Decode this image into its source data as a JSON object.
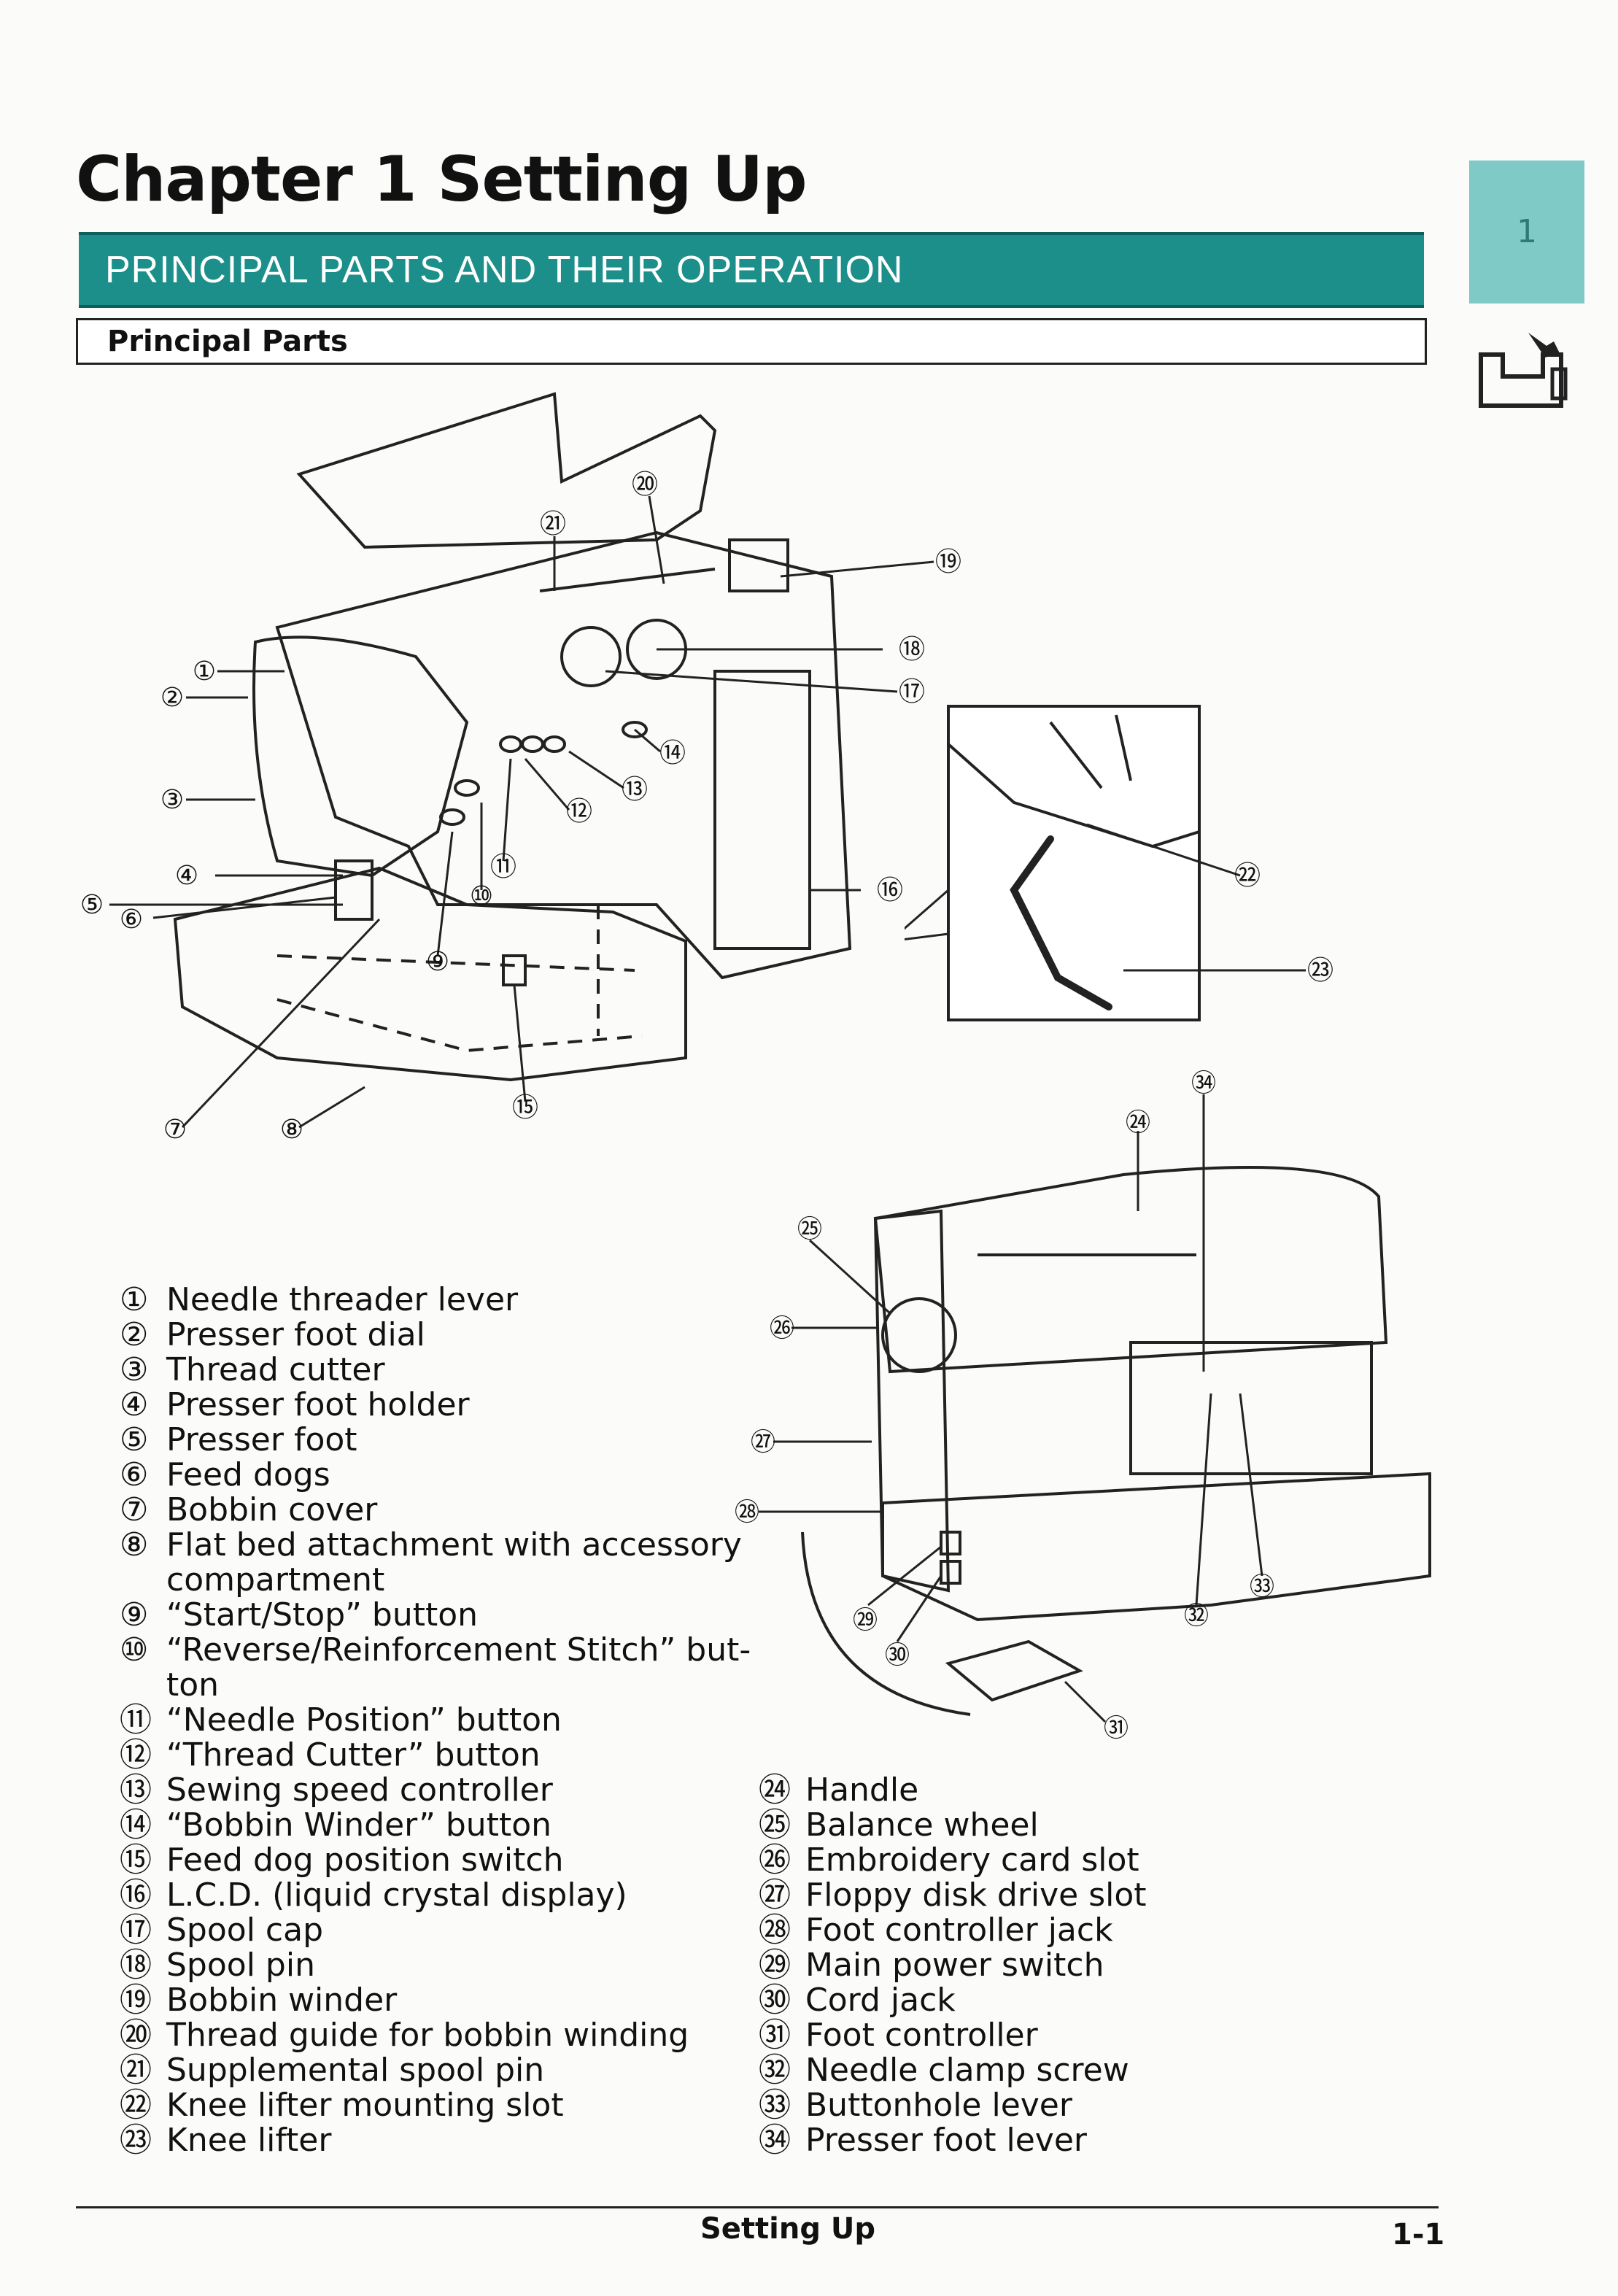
{
  "chapter_title": "Chapter 1  Setting Up",
  "section_title": "PRINCIPAL PARTS AND THEIR OPERATION",
  "subsection_title": "Principal Parts",
  "side_tab": "1",
  "legend_left": [
    {
      "num": "①",
      "label": "Needle threader lever"
    },
    {
      "num": "②",
      "label": "Presser foot dial"
    },
    {
      "num": "③",
      "label": "Thread cutter"
    },
    {
      "num": "④",
      "label": "Presser foot holder"
    },
    {
      "num": "⑤",
      "label": "Presser foot"
    },
    {
      "num": "⑥",
      "label": "Feed dogs"
    },
    {
      "num": "⑦",
      "label": "Bobbin cover"
    },
    {
      "num": "⑧",
      "label": "Flat bed attachment with accessory"
    },
    {
      "num": "",
      "label": "compartment"
    },
    {
      "num": "⑨",
      "label": "“Start/Stop” button"
    },
    {
      "num": "⑩",
      "label": "“Reverse/Reinforcement Stitch” but-"
    },
    {
      "num": "",
      "label": "ton"
    },
    {
      "num": "⑪",
      "label": "“Needle Position” button"
    },
    {
      "num": "⑫",
      "label": "“Thread Cutter” button"
    },
    {
      "num": "⑬",
      "label": "Sewing speed controller"
    },
    {
      "num": "⑭",
      "label": "“Bobbin Winder” button"
    },
    {
      "num": "⑮",
      "label": "Feed dog position switch"
    },
    {
      "num": "⑯",
      "label": "L.C.D. (liquid crystal display)"
    },
    {
      "num": "⑰",
      "label": "Spool cap"
    },
    {
      "num": "⑱",
      "label": "Spool pin"
    },
    {
      "num": "⑲",
      "label": "Bobbin winder"
    },
    {
      "num": "⑳",
      "label": "Thread guide for bobbin winding"
    },
    {
      "num": "㉑",
      "label": "Supplemental spool pin"
    },
    {
      "num": "㉒",
      "label": "Knee lifter mounting slot"
    },
    {
      "num": "㉓",
      "label": "Knee lifter"
    }
  ],
  "legend_right": [
    {
      "num": "㉔",
      "label": "Handle"
    },
    {
      "num": "㉕",
      "label": "Balance wheel"
    },
    {
      "num": "㉖",
      "label": "Embroidery card slot"
    },
    {
      "num": "㉗",
      "label": "Floppy disk drive slot"
    },
    {
      "num": "㉘",
      "label": "Foot controller jack"
    },
    {
      "num": "㉙",
      "label": "Main power switch"
    },
    {
      "num": "㉚",
      "label": "Cord jack"
    },
    {
      "num": "㉛",
      "label": "Foot controller"
    },
    {
      "num": "㉜",
      "label": "Needle clamp screw"
    },
    {
      "num": "㉝",
      "label": "Buttonhole lever"
    },
    {
      "num": "㉞",
      "label": "Presser foot lever"
    }
  ],
  "callouts_front": [
    "①",
    "②",
    "③",
    "④",
    "⑤",
    "⑥",
    "⑦",
    "⑧",
    "⑨",
    "⑩",
    "⑪",
    "⑫",
    "⑬",
    "⑭",
    "⑮",
    "⑯",
    "⑰",
    "⑱",
    "⑲",
    "⑳",
    "㉑"
  ],
  "callouts_inset": [
    "㉒",
    "㉓"
  ],
  "callouts_back": [
    "㉔",
    "㉕",
    "㉖",
    "㉗",
    "㉘",
    "㉙",
    "㉚",
    "㉛",
    "㉜",
    "㉝",
    "㉞"
  ],
  "footer_center": "Setting Up",
  "footer_page": "1-1"
}
